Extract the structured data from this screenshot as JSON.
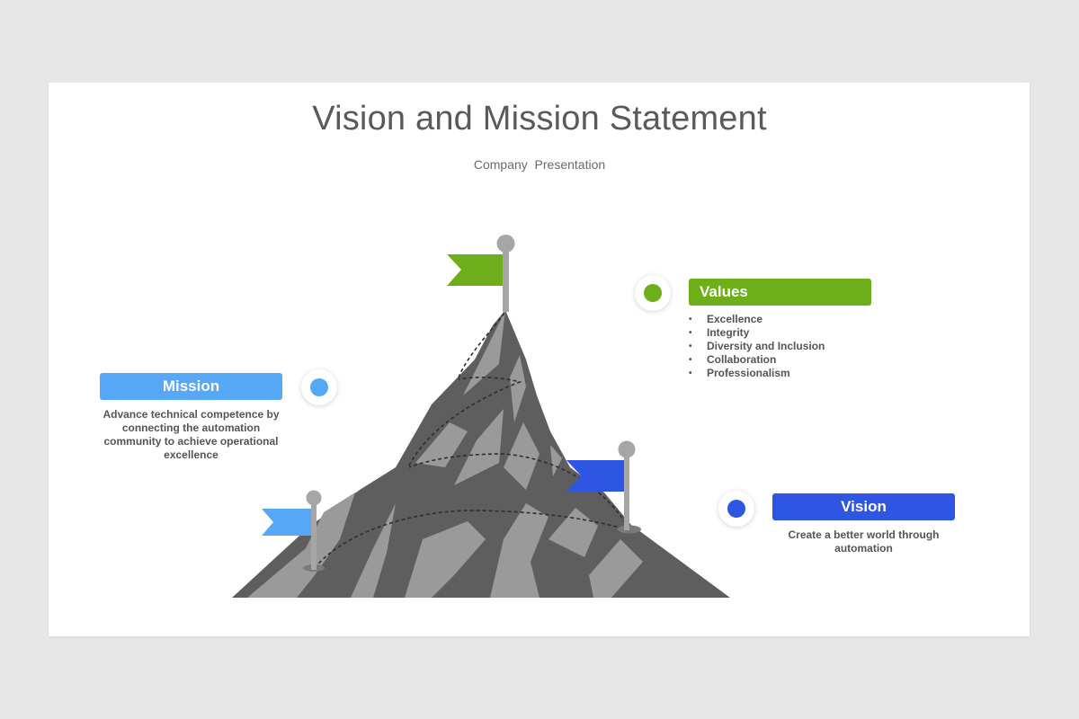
{
  "title": "Vision and Mission Statement",
  "subtitle": "Company  Presentation",
  "colors": {
    "background": "#e8e7e8",
    "slide": "#ffffff",
    "mission": "#56a7f6",
    "values": "#6eae1a",
    "vision": "#2e56e2",
    "mountain_dark": "#5e5e5e",
    "mountain_light": "#9a9a9a",
    "pole": "#a6a6a6"
  },
  "mission": {
    "label": "Mission",
    "description": "Advance technical competence by connecting the automation community to achieve operational excellence"
  },
  "values": {
    "label": "Values",
    "items": [
      "Excellence",
      "Integrity",
      "Diversity and Inclusion",
      "Collaboration",
      "Professionalism"
    ]
  },
  "vision": {
    "label": "Vision",
    "description": "Create a better world through automation"
  },
  "icons": [
    "mountain-icon",
    "summit-flag-icon",
    "mission-flag-icon",
    "vision-flag-icon"
  ]
}
